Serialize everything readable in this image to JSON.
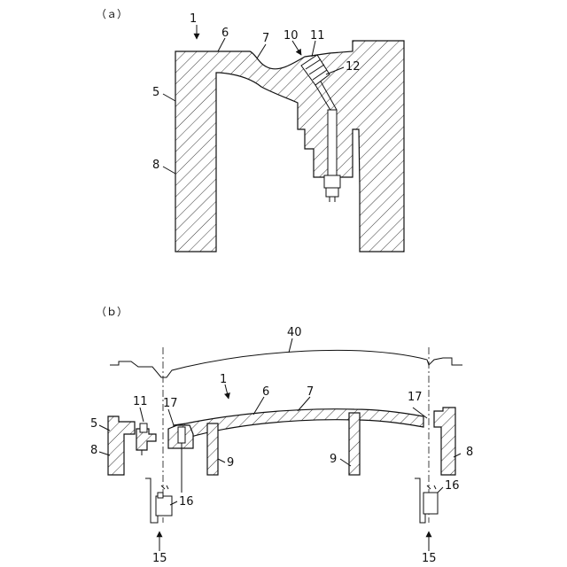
{
  "panels": {
    "a": {
      "label": "（ａ）",
      "labels": {
        "n1": "1",
        "n5": "5",
        "n6": "6",
        "n7": "7",
        "n8": "8",
        "n10": "10",
        "n11": "11",
        "n12": "12"
      }
    },
    "b": {
      "label": "（ｂ）",
      "labels": {
        "n40": "40",
        "n1": "1",
        "n6": "6",
        "n7": "7",
        "n11": "11",
        "n17_left": "17",
        "n17_right": "17",
        "n5": "5",
        "n8_left": "8",
        "n8_right": "8",
        "n9_left": "9",
        "n9_right": "9",
        "n16_left": "16",
        "n16_right": "16",
        "n15_left": "15",
        "n15_right": "15"
      }
    }
  }
}
